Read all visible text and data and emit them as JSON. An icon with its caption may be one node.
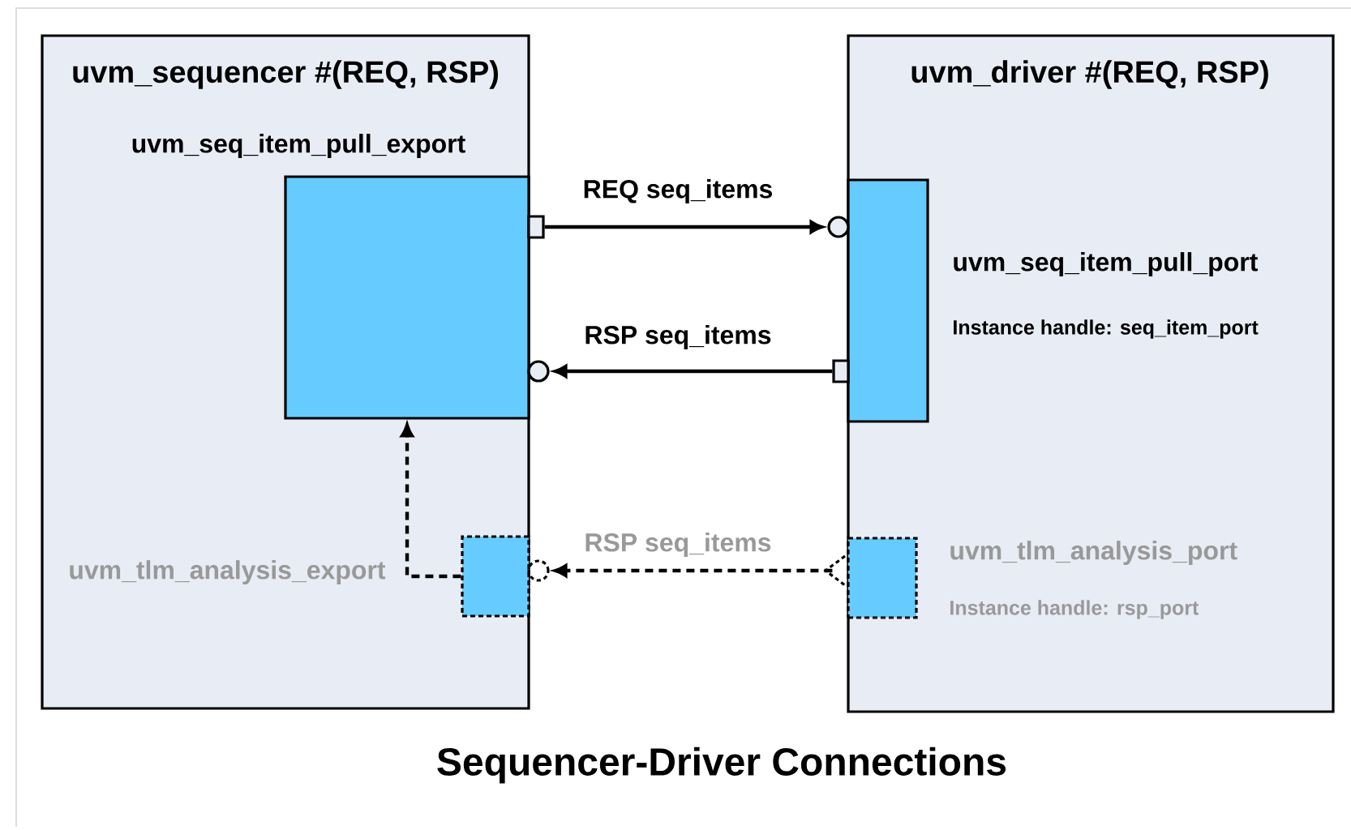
{
  "diagram": {
    "caption": "Sequencer-Driver Connections",
    "nodes": [
      {
        "text": [
          "uvm_sequencer #(REQ, RSP)"
        ]
      },
      {
        "text": [
          "uvm_seq_item_pull_export"
        ],
        "in": 0
      },
      {
        "text": [
          "uvm_tlm_analysis_export"
        ],
        "in": 0
      },
      {
        "text": [
          "uvm_driver #(REQ, RSP)"
        ]
      },
      {
        "text": [
          "uvm_seq_item_pull_port",
          "Instance handle: seq_item_port"
        ],
        "in": 3
      },
      {
        "text": [
          "uvm_tlm_analysis_port",
          "Instance handle: rsp_port"
        ],
        "in": 3
      }
    ],
    "edges": [
      {
        "from": 1,
        "to": 4,
        "arrow": "to",
        "label": "REQ seq_items"
      },
      {
        "from": 4,
        "to": 1,
        "arrow": "to",
        "label": "RSP seq_items"
      },
      {
        "from": 5,
        "to": 2,
        "arrow": "to",
        "label": "RSP seq_items",
        "style": "dashed"
      },
      {
        "from": 2,
        "to": 1,
        "arrow": "to",
        "style": "dashed"
      }
    ]
  }
}
